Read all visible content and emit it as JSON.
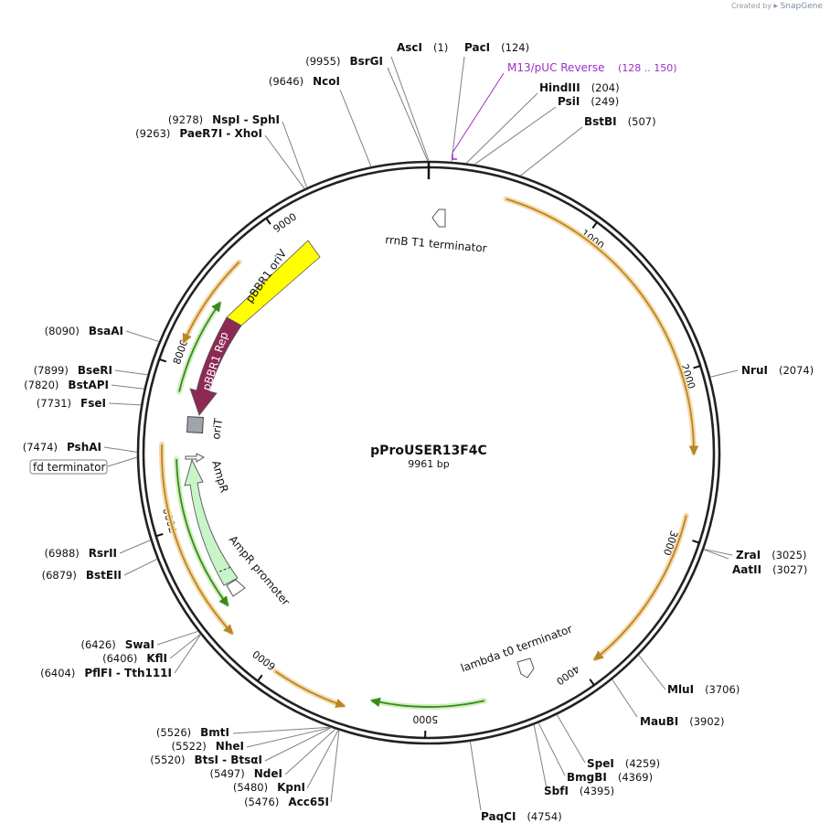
{
  "brand": {
    "created_by": "Created by",
    "name": "SnapGene"
  },
  "plasmid": {
    "name": "pProUSER13F4C",
    "size_label": "9961 bp",
    "length": 9961
  },
  "ticks": [
    "1000",
    "2000",
    "3000",
    "4000",
    "5000",
    "6000",
    "7000",
    "8000",
    "9000"
  ],
  "enzymes": [
    {
      "name": "AscI",
      "pos": "(1)"
    },
    {
      "name": "PacI",
      "pos": "(124)"
    },
    {
      "name": "HindIII",
      "pos": "(204)"
    },
    {
      "name": "PsiI",
      "pos": "(249)"
    },
    {
      "name": "BstBI",
      "pos": "(507)"
    },
    {
      "name": "NruI",
      "pos": "(2074)"
    },
    {
      "name": "ZraI",
      "pos": "(3025)"
    },
    {
      "name": "AatII",
      "pos": "(3027)"
    },
    {
      "name": "MluI",
      "pos": "(3706)"
    },
    {
      "name": "MauBI",
      "pos": "(3902)"
    },
    {
      "name": "SpeI",
      "pos": "(4259)"
    },
    {
      "name": "BmgBI",
      "pos": "(4369)"
    },
    {
      "name": "SbfI",
      "pos": "(4395)"
    },
    {
      "name": "PaqCI",
      "pos": "(4754)"
    },
    {
      "name": "BmtI",
      "pos": "(5526)"
    },
    {
      "name": "NheI",
      "pos": "(5522)"
    },
    {
      "name": "BtsI - BtsαI",
      "pos": "(5520)"
    },
    {
      "name": "NdeI",
      "pos": "(5497)"
    },
    {
      "name": "KpnI",
      "pos": "(5480)"
    },
    {
      "name": "Acc65I",
      "pos": "(5476)"
    },
    {
      "name": "SwaI",
      "pos": "(6426)"
    },
    {
      "name": "KflI",
      "pos": "(6406)"
    },
    {
      "name": "PflFI - Tth111I",
      "pos": "(6404)"
    },
    {
      "name": "RsrII",
      "pos": "(6988)"
    },
    {
      "name": "BstEII",
      "pos": "(6879)"
    },
    {
      "name": "PshAI",
      "pos": "(7474)"
    },
    {
      "name": "FseI",
      "pos": "(7731)"
    },
    {
      "name": "BstAPI",
      "pos": "(7820)"
    },
    {
      "name": "BseRI",
      "pos": "(7899)"
    },
    {
      "name": "BsaAI",
      "pos": "(8090)"
    },
    {
      "name": "PaeR7I - XhoI",
      "pos": "(9263)"
    },
    {
      "name": "NspI - SphI",
      "pos": "(9278)"
    },
    {
      "name": "NcoI",
      "pos": "(9646)"
    },
    {
      "name": "BsrGI",
      "pos": "(9955)"
    }
  ],
  "primer": {
    "name": "M13/pUC Reverse",
    "range": "(128 .. 150)"
  },
  "features": {
    "rrnb": "rrnB T1 terminator",
    "lambda": "lambda t0 terminator",
    "ampr": "AmpR",
    "ampr_promoter": "AmpR promoter",
    "orit": "oriT",
    "pbbr1_rep": "pBBR1 Rep",
    "pbbr1_oriv": "pBBR1 oriV",
    "fd_terminator": "fd terminator"
  },
  "colors": {
    "backbone": "#222222",
    "orange_arc": "#b8862a",
    "orange_halo": "#f5d9a6",
    "green_arc": "#3a8a1a",
    "green_halo": "#cfeec0",
    "primer": "#9b30c8",
    "oriv": "#ffff00",
    "rep": "#8c2a55",
    "ampr": "#c8f5c8",
    "orit": "#a0a4ab",
    "line": "#808080"
  }
}
